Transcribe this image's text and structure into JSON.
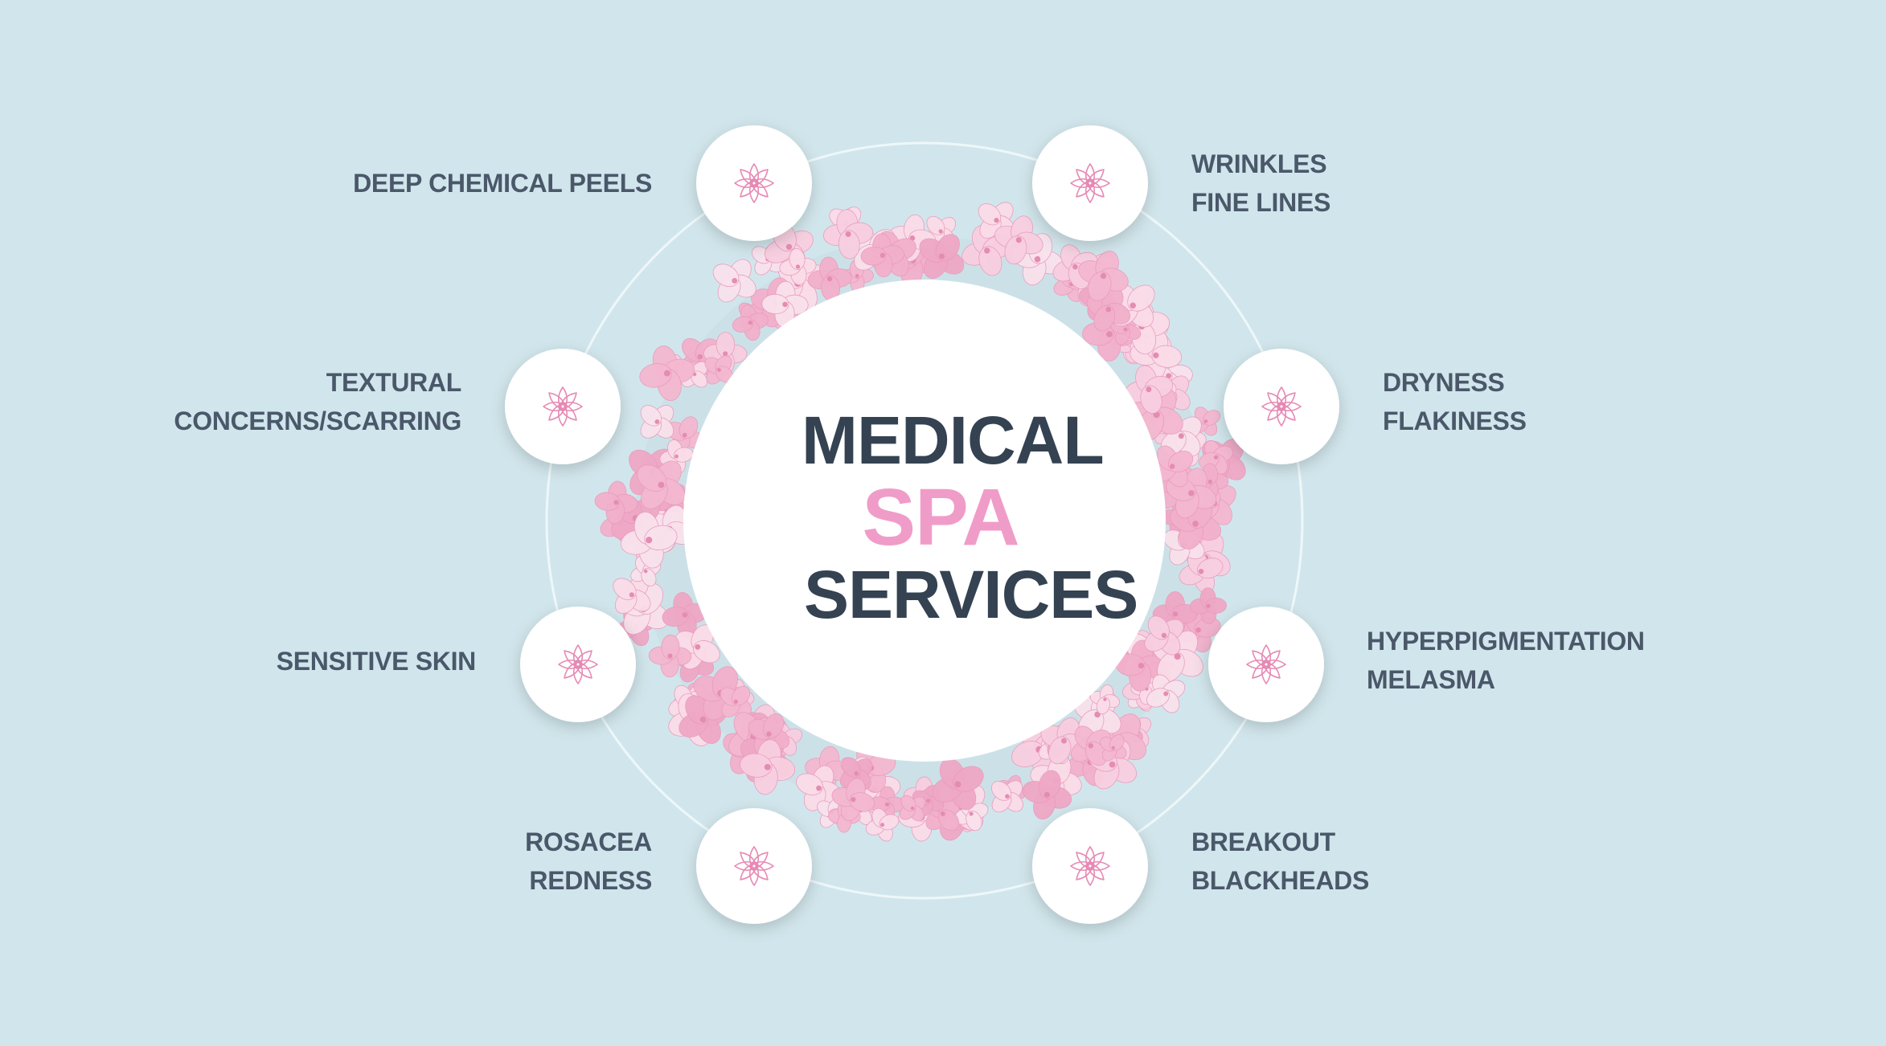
{
  "title": {
    "line1": "MEDICAL",
    "line2": "SPA",
    "line3": "SERVICES"
  },
  "colors": {
    "background": "#d1e6ec",
    "title_dark": "#344252",
    "title_accent": "#f09cc8",
    "label_text": "#4a586a",
    "node_fill": "#ffffff",
    "icon_stroke": "#e68ab5",
    "ring_stroke": "#eef7f9"
  },
  "services": [
    {
      "id": "deep-chemical-peels",
      "lines": [
        "DEEP CHEMICAL PEELS"
      ],
      "icon": "lotus-icon"
    },
    {
      "id": "wrinkles-fine-lines",
      "lines": [
        "WRINKLES",
        "FINE LINES"
      ],
      "icon": "lotus-icon"
    },
    {
      "id": "textural-concerns",
      "lines": [
        "TEXTURAL",
        "CONCERNS/SCARRING"
      ],
      "icon": "lotus-icon"
    },
    {
      "id": "dryness-flakiness",
      "lines": [
        "DRYNESS",
        "FLAKINESS"
      ],
      "icon": "lotus-icon"
    },
    {
      "id": "sensitive-skin",
      "lines": [
        "SENSITIVE SKIN"
      ],
      "icon": "lotus-icon"
    },
    {
      "id": "hyperpigmentation-melasma",
      "lines": [
        "HYPERPIGMENTATION",
        "MELASMA"
      ],
      "icon": "lotus-icon"
    },
    {
      "id": "rosacea-redness",
      "lines": [
        "ROSACEA",
        "REDNESS"
      ],
      "icon": "lotus-icon"
    },
    {
      "id": "breakout-blackheads",
      "lines": [
        "BREAKOUT",
        "BLACKHEADS"
      ],
      "icon": "lotus-icon"
    }
  ],
  "decoration": {
    "center_image": "pink-hydrangea-wreath"
  }
}
